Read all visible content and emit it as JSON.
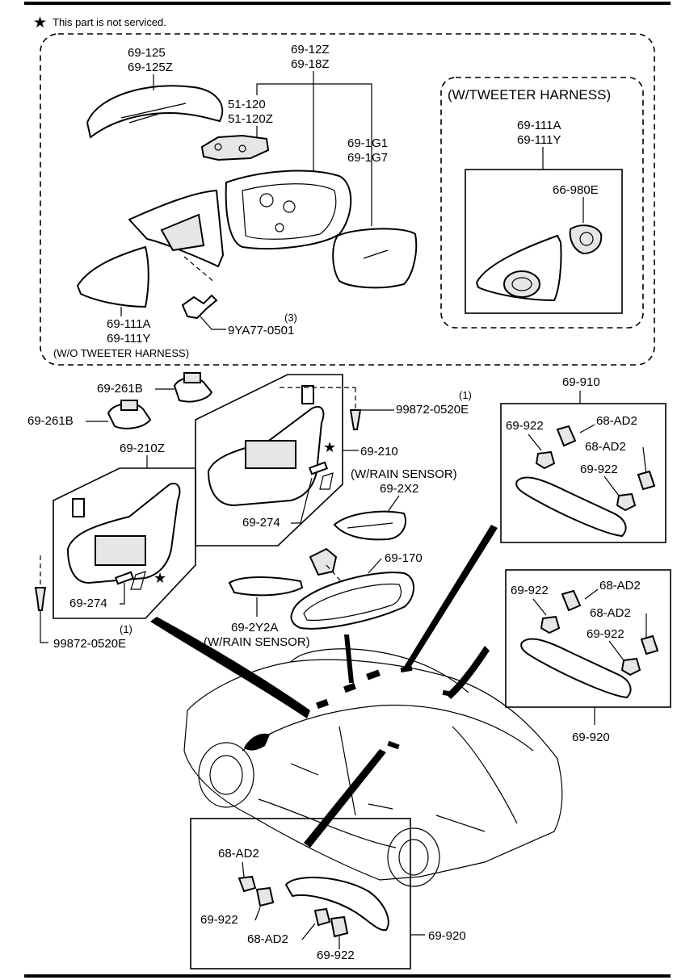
{
  "header": {
    "note": "This part is not serviced."
  },
  "mirror_group": {
    "cover_labels": [
      "69-125",
      "69-125Z"
    ],
    "assembly_labels": [
      "69-12Z",
      "69-18Z"
    ],
    "motor_labels": [
      "51-120",
      "51-120Z"
    ],
    "glass_labels": [
      "69-1G1",
      "69-1G7"
    ],
    "garnish_labels": [
      "69-111A",
      "69-111Y"
    ],
    "bolt_label": "9YA77-0501",
    "bolt_qty": "(3)",
    "variant_note": "(W/O TWEETER HARNESS)",
    "tweeter_title": "(W/TWEETER HARNESS)",
    "tweeter_garnish_labels": [
      "69-111A",
      "69-111Y"
    ],
    "tweeter_part_label": "66-980E"
  },
  "sunvisor_group": {
    "holder_label_1": "69-261B",
    "holder_label_2": "69-261B",
    "visor_left_label": "69-210Z",
    "visor_right_label": "69-210",
    "lamp_label_left": "69-274",
    "lamp_label_right": "69-274",
    "screw_label_top": "99872-0520E",
    "screw_qty_top": "(1)",
    "screw_label_bottom": "99872-0520E",
    "screw_qty_bottom": "(1)"
  },
  "rearview_group": {
    "rain_sensor_note_top": "(W/RAIN SENSOR)",
    "cover_label_top": "69-2X2",
    "mirror_label": "69-170",
    "cover_label_bottom": "69-2Y2A",
    "rain_sensor_note_bottom": "(W/RAIN SENSOR)"
  },
  "grip_group_top": {
    "assembly_label": "69-910",
    "labels": [
      "69-922",
      "68-AD2",
      "68-AD2",
      "69-922"
    ]
  },
  "grip_group_mid": {
    "assembly_label": "69-920",
    "labels": [
      "69-922",
      "68-AD2",
      "68-AD2",
      "69-922"
    ]
  },
  "grip_group_bottom": {
    "assembly_label": "69-920",
    "labels": [
      "68-AD2",
      "69-922",
      "68-AD2",
      "69-922"
    ]
  }
}
